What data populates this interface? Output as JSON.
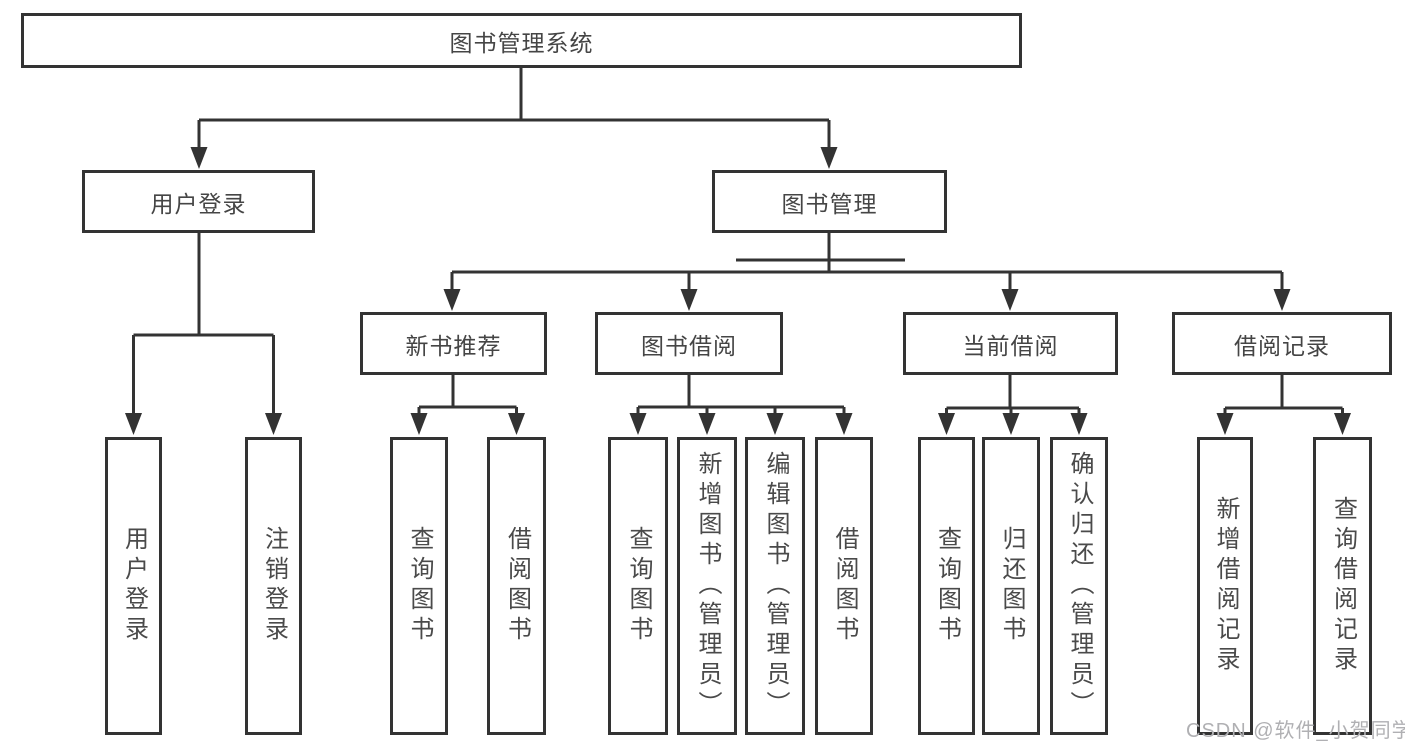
{
  "diagram": {
    "root": {
      "label": "图书管理系统"
    },
    "branches": [
      {
        "label": "用户登录",
        "children": [
          {
            "label": "用户登录"
          },
          {
            "label": "注销登录"
          }
        ]
      },
      {
        "label": "图书管理",
        "children": [
          {
            "label": "新书推荐",
            "children": [
              {
                "label": "查询图书"
              },
              {
                "label": "借阅图书"
              }
            ]
          },
          {
            "label": "图书借阅",
            "children": [
              {
                "label": "查询图书"
              },
              {
                "label": "新增图书（管理员）"
              },
              {
                "label": "编辑图书（管理员）"
              },
              {
                "label": "借阅图书"
              }
            ]
          },
          {
            "label": "当前借阅",
            "children": [
              {
                "label": "查询图书"
              },
              {
                "label": "归还图书"
              },
              {
                "label": "确认归还（管理员）"
              }
            ]
          },
          {
            "label": "借阅记录",
            "children": [
              {
                "label": "新增借阅记录"
              },
              {
                "label": "查询借阅记录"
              }
            ]
          }
        ]
      }
    ],
    "watermark": "CSDN @软件_小贺同学",
    "colors": {
      "line": "#333333",
      "text": "#4a4a4a",
      "background": "#ffffff",
      "watermark": "#b0b0b3"
    }
  }
}
